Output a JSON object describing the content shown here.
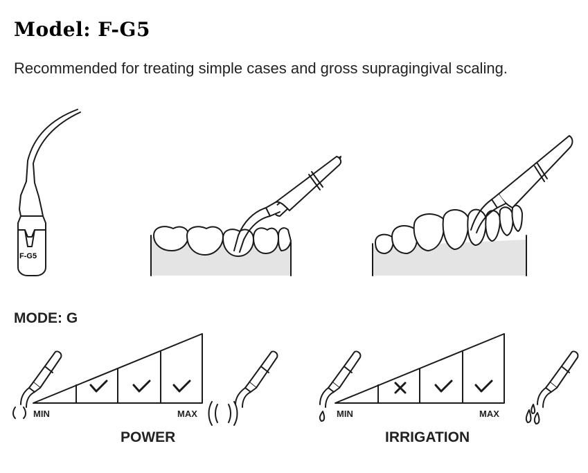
{
  "title": "Model: F-G5",
  "description": "Recommended for treating simple cases and gross supragingival scaling.",
  "tip_label": "F-G5",
  "mode_label": "MODE: G",
  "power": {
    "label": "POWER",
    "min_label": "MIN",
    "max_label": "MAX",
    "levels": [
      "empty",
      "check",
      "check",
      "check"
    ]
  },
  "irrigation": {
    "label": "IRRIGATION",
    "min_label": "MIN",
    "max_label": "MAX",
    "levels": [
      "empty",
      "cross",
      "check",
      "check"
    ]
  },
  "icons": [
    "scaler-tip-icon",
    "teeth-scaling-icon",
    "handpiece-icon",
    "vibration-icon",
    "water-drop-icon",
    "check-icon",
    "cross-icon"
  ]
}
